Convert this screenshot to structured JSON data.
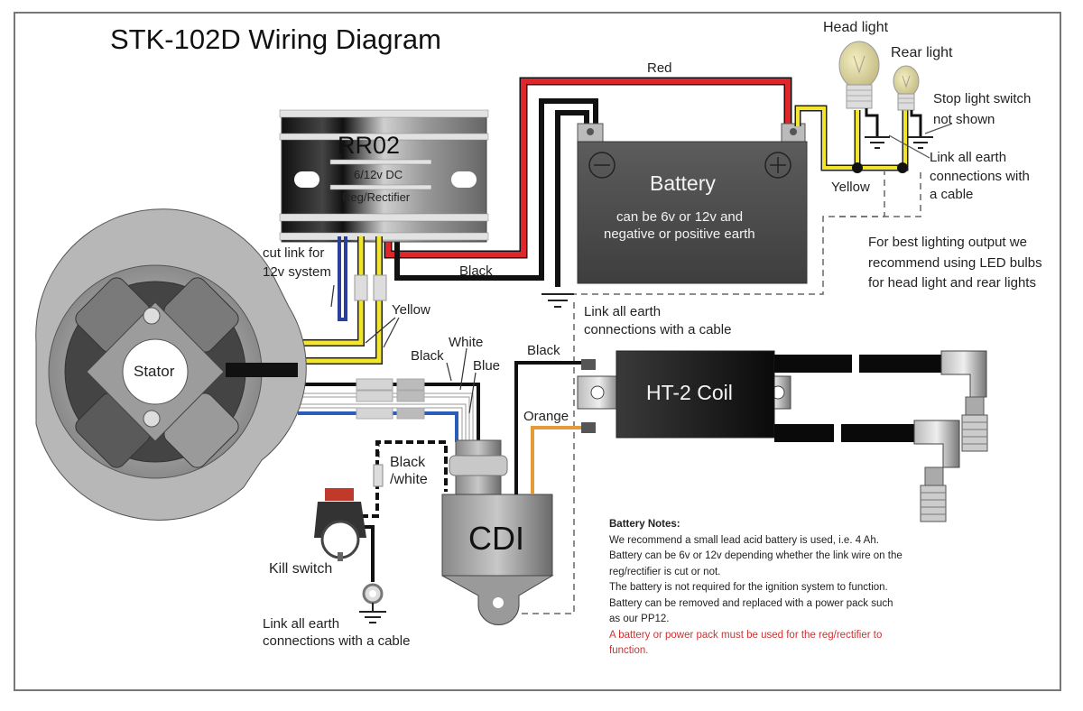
{
  "title": "STK-102D Wiring Diagram",
  "components": {
    "regulator": {
      "model": "RR02",
      "spec": "6/12v DC",
      "desc": "Reg/Rectifier"
    },
    "battery": {
      "name": "Battery",
      "line1": "can be 6v or 12v and",
      "line2": "negative or positive earth",
      "neg_symbol": "−",
      "pos_symbol": "+"
    },
    "stator": {
      "name": "Stator"
    },
    "cdi": {
      "name": "CDI"
    },
    "coil": {
      "name": "HT-2 Coil"
    },
    "kill_switch": {
      "name": "Kill switch"
    },
    "head_light": {
      "name": "Head light"
    },
    "rear_light": {
      "name": "Rear light"
    }
  },
  "wire_labels": {
    "red": "Red",
    "black_battery": "Black",
    "yellow_lights": "Yellow",
    "yellow_stator": "Yellow",
    "black_stator": "Black",
    "white": "White",
    "blue": "Blue",
    "black_coil": "Black",
    "orange": "Orange",
    "black_white_1": "Black",
    "black_white_2": "/white"
  },
  "annotations": {
    "cut_link_1": "cut link for",
    "cut_link_2": "12v system",
    "stop_light_1": "Stop light switch",
    "stop_light_2": "not shown",
    "earth_top_1": "Link all earth",
    "earth_top_2": "connections with",
    "earth_top_3": "a cable",
    "earth_mid_1": "Link all earth",
    "earth_mid_2": "connections with a cable",
    "earth_bottom_1": "Link all earth",
    "earth_bottom_2": "connections with a cable",
    "led_1": "For best lighting output we",
    "led_2": "recommend using LED bulbs",
    "led_3": "for head light and rear lights"
  },
  "battery_notes": {
    "heading": "Battery Notes:",
    "lines": [
      "We recommend a small lead acid battery is used, i.e. 4 Ah.",
      "Battery can be 6v or 12v depending whether the link wire on the",
      "reg/rectifier is cut or not.",
      "The battery is not required for the ignition system to function.",
      "Battery can be removed and replaced with a power pack such",
      "as our PP12."
    ],
    "warning_lines": [
      "A battery or power pack must be used for the reg/rectifier to",
      "function."
    ]
  },
  "colors": {
    "red_wire": "#e0262b",
    "yellow_wire": "#f3e52a",
    "blue_wire": "#2a5db8",
    "orange_wire": "#e59a3a",
    "black_wire": "#111111",
    "warning_text": "#cc3333"
  }
}
